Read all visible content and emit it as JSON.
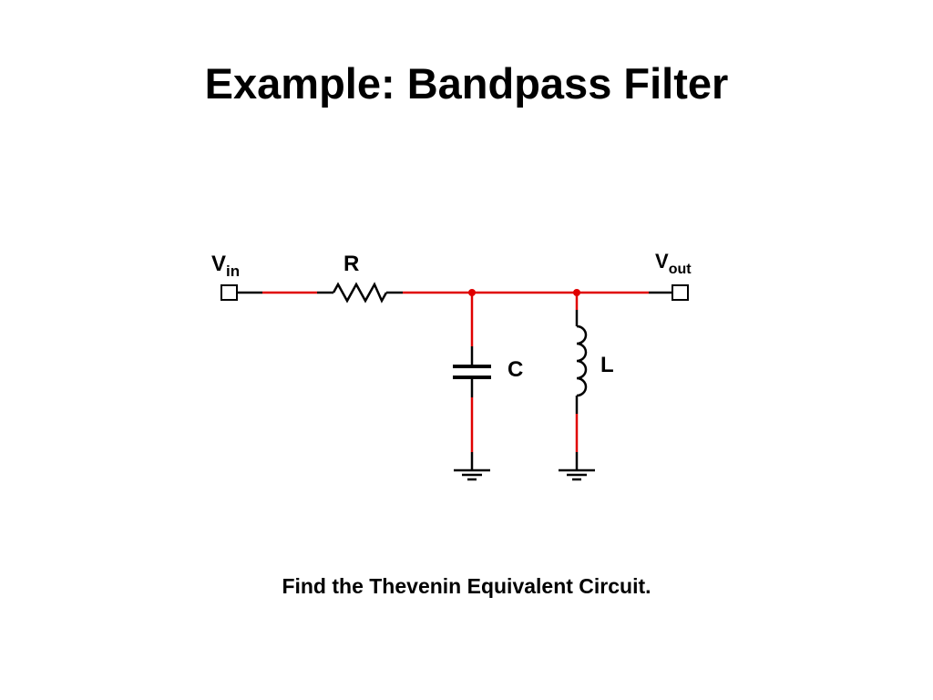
{
  "slide": {
    "title": "Example: Bandpass Filter",
    "caption": "Find the Thevenin Equivalent Circuit."
  },
  "circuit": {
    "input_terminal": {
      "main": "V",
      "sub": "in"
    },
    "output_terminal": {
      "main": "V",
      "sub": "out"
    },
    "resistor_label": "R",
    "capacitor_label": "C",
    "inductor_label": "L"
  },
  "colors": {
    "wire": "#e00000",
    "component": "#000000",
    "node": "#e00000"
  }
}
